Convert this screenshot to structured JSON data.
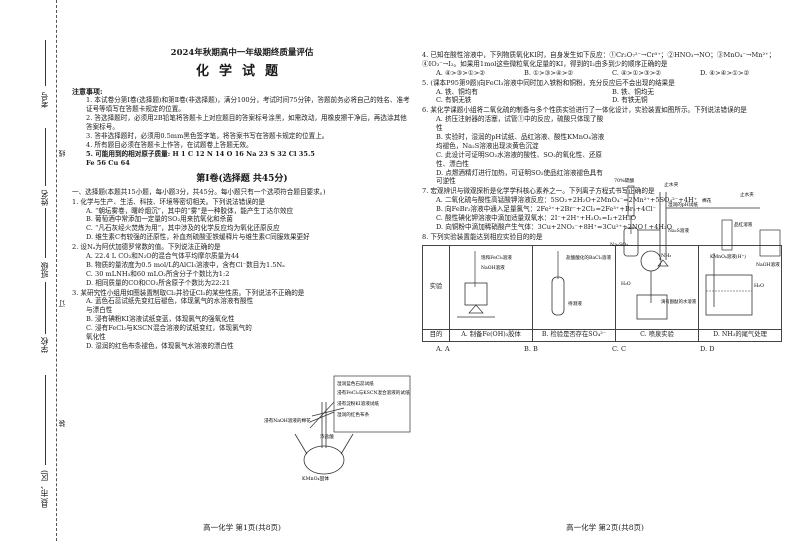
{
  "binding": {
    "labels": [
      "考号",
      "姓名",
      "班级",
      "学校",
      "县(市、区)"
    ],
    "cut_marks": [
      "线",
      "订",
      "装"
    ]
  },
  "page1": {
    "exam_title": "2024年秋期高中一年级期终质量评估",
    "subject_title": "化学试题",
    "notice_head": "注意事项:",
    "notices": [
      "1. 本试卷分第Ⅰ卷(选择题)和第Ⅱ卷(非选择题)，满分100分，考试时间75分钟，答题前务必将自己的姓名、准考证号等填写在答题卡规定的位置。",
      "2. 答选择题时，必须用2B铅笔将答题卡上对应题目的答案标号涂黑，如需改动，用橡皮擦干净后，再选涂其他答案标号。",
      "3. 答非选择题时，必须用0.5mm黑色签字笔，将答案书写在答题卡规定的位置上。",
      "4. 所有题目必须在答题卡上作答，在试题卷上答题无效。",
      "5. 可能用到的相对原子质量: H 1  C 12  N 14  O 16  Na 23  S 32  Cl 35.5",
      "Fe 56  Cu 64"
    ],
    "section_title": "第Ⅰ卷(选择题  共45分)",
    "section_intro": "一、选择题(本题共15小题，每小题3分，共45分。每小题只有一个选项符合题目要求。)",
    "q1": {
      "stem": "1. 化学与生产、生活、科技、环境等密切相关。下列说法错误的是",
      "options": [
        "A. “朝坛雾卷，曙岭烟沉”，其中的“雾”是一种胶体，能产生丁达尔效应",
        "B. 葡萄酒中常添加一定量的SO₂用来抗氧化和杀菌",
        "C. “凡石灰经火焚炼为用”，其中涉及的化学反应均为氧化还原反应",
        "D. 维生素C有较强的还原性，补血剂硫酸亚铁缓释片与维生素C同服效果更好"
      ]
    },
    "q2": {
      "stem": "2. 设Nₐ为阿伏加德罗常数的值。下列说法正确的是",
      "options": [
        "A. 22.4 L CO₂和N₂O的混合气体平均摩尔质量为44",
        "B. 物质的量浓度为0.5 mol/L的AlCl₃溶液中，含有Cl⁻数目为1.5Nₐ",
        "C. 30 mLNH₃和60 mLO₂所含分子个数比为1:2",
        "D. 相同质量的CO和CO₂所含原子个数比为22:21"
      ]
    },
    "q3": {
      "stem": "3. 某研究性小组用如图装置制取Cl₂并验证Cl₂的某些性质。下列说法不正确的是",
      "options": [
        "A. 蓝色石蕊试纸先变红后褪色，体现氯气的水溶液有酸性与漂白性",
        "B. 浸有碘粉KI溶液试纸变蓝，体现氯气的强氧化性",
        "C. 浸有FeCl₂与KSCN混合溶液的试纸变红，体现氯气的氧化性",
        "D. 湿润的红色布条褪色，体现氯气水溶液的漂白性"
      ],
      "figure_labels": [
        "湿润蓝色石蕊试纸",
        "浸有FeCl₂与KSCN混合溶液的试纸",
        "浸有淀粉KI溶液试纸",
        "湿润的红色布条",
        "浓盐酸",
        "浸有NaOH溶液的棉花",
        "KMnO₄固体"
      ]
    },
    "footer": "高一化学  第1页(共8页)"
  },
  "page2": {
    "q4": {
      "stem": "4. 已知在酸性溶液中，下列物质氧化KI时，自身发生如下反应：①Cr₂O₇²⁻→Cr³⁺；②HNO₃→NO；③MnO₄⁻→Mn²⁺；④IO₃⁻→I₂。如果用1mol这些微粒氧化足量的KI，得到的I₂由多到少的顺序正确的是",
      "options": [
        "A. ④>③>①>②",
        "B. ①>③>④>②",
        "C. ④>①>③>②",
        "D. ④>④>①>②"
      ]
    },
    "q5": {
      "stem": "5. (课本P95第9题)向FeCl₃溶液中同时加入铁粉和铜粉，充分反应后不会出现的结果是",
      "options": [
        "A. 铁、铜均有",
        "B. 铁、铜均无",
        "C. 有铜无铁",
        "D. 有铁无铜"
      ]
    },
    "q6": {
      "stem": "6. 某化学课题小组将二氧化硫的制备与多个性质实验进行了一体化设计，实验装置如图所示。下列说法错误的是",
      "options": [
        "A. 挤压注射器的活塞，试管①中的反应，硫酸只体现了酸性",
        "B. 实验时，湿润的pH试纸、品红溶液、酸性KMnO₄溶液均褪色，Na₂S溶液出现淡黄色沉淀",
        "C. 此设计可证明SO₂水溶液的酸性、SO₂的氧化性、还原性、漂白性",
        "D. 点燃酒精灯进行加热，可证明SO₂使品红溶液褪色具有可逆性"
      ],
      "figure_labels": [
        "70%硫酸",
        "止水夹",
        "Na₂SO₃",
        "湿润的pH试纸",
        "Na₂S溶液",
        "棉花",
        "止水夹",
        "品红溶液",
        "KMnO₄溶液(H⁺)",
        "NaOH溶液"
      ]
    },
    "q7": {
      "stem": "7. 宏观辨识与微观探析是化学学科核心素养之一。下列离子方程式书写正确的是",
      "options": [
        "A. 二氧化硫与酸性高锰酸钾溶液反应：5SO₂+2H₂O+2MnO₄⁻=2Mn²⁺+5SO₄²⁻+4H⁺",
        "B. 向FeBr₂溶液中通入足量氯气：2Fe²⁺+2Br⁻+2Cl₂=2Fe³⁺+Br₂+4Cl⁻",
        "C. 酸性碘化钾溶液中滴加适量双氧水：2I⁻+2H⁺+H₂O₂=I₂+2H₂O",
        "D. 向铜粉中滴加稀硝酸产生气体：3Cu+2NO₃⁻+8H⁺=3Cu²⁺+2NO↑+4H₂O"
      ]
    },
    "q8": {
      "stem": "8. 下列实验装置能达到相应实验目的的是",
      "row_labels": [
        "实验",
        "目的"
      ],
      "figure_labels": [
        "饱和FeCl₃溶液",
        "NaOH溶液",
        "盐酸酸化的BaCl₂溶液",
        "待测液",
        "NH₃",
        "H₂O",
        "滴有酚酞的水溶液",
        "H₂O"
      ],
      "purposes": [
        "A. 制备Fe(OH)₃胶体",
        "B. 检验是否存在SO₄²⁻",
        "C. 喷泉实验",
        "D. NH₃的尾气处理"
      ],
      "options": [
        "A. A",
        "B. B",
        "C. C",
        "D. D"
      ]
    },
    "footer": "高一化学  第2页(共8页)"
  }
}
